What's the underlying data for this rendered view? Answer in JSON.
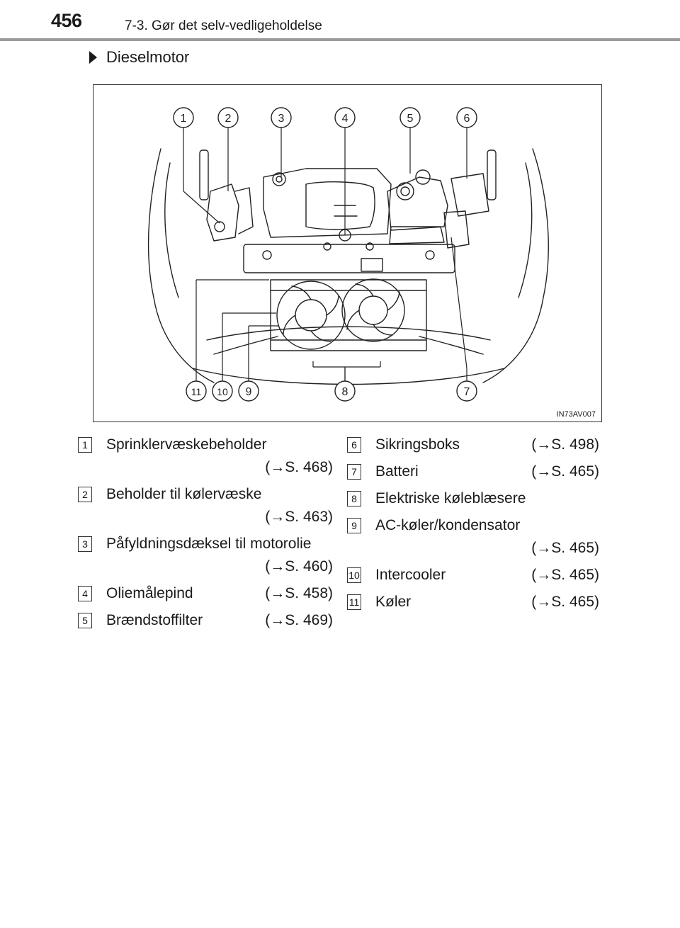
{
  "header": {
    "page_number": "456",
    "chapter": "7-3. Gør det selv-vedligeholdelse"
  },
  "section": {
    "title": "Dieselmotor"
  },
  "figure": {
    "code": "IN73AV007",
    "callouts_top": [
      "1",
      "2",
      "3",
      "4",
      "5",
      "6"
    ],
    "callouts_bottom": [
      "11",
      "10",
      "9",
      "8",
      "7"
    ]
  },
  "legend": {
    "left": [
      {
        "num": "1",
        "label": "Sprinklervæskebeholder",
        "ref": "(→S. 468)",
        "wrap": true
      },
      {
        "num": "2",
        "label": "Beholder til kølervæske",
        "ref": "(→S. 463)",
        "wrap": true
      },
      {
        "num": "3",
        "label": "Påfyldningsdæksel til motorolie",
        "ref": "(→S. 460)",
        "wrap": true
      },
      {
        "num": "4",
        "label": "Oliemålepind",
        "ref": "(→S. 458)",
        "wrap": false
      },
      {
        "num": "5",
        "label": "Brændstoffilter",
        "ref": "(→S. 469)",
        "wrap": false
      }
    ],
    "right": [
      {
        "num": "6",
        "label": "Sikringsboks",
        "ref": "(→S. 498)",
        "wrap": false
      },
      {
        "num": "7",
        "label": "Batteri",
        "ref": "(→S. 465)",
        "wrap": false
      },
      {
        "num": "8",
        "label": "Elektriske køleblæsere",
        "ref": "",
        "wrap": false
      },
      {
        "num": "9",
        "label": "AC-køler/kondensator",
        "ref": "(→S. 465)",
        "wrap": true
      },
      {
        "num": "10",
        "label": "Intercooler",
        "ref": "(→S. 465)",
        "wrap": false
      },
      {
        "num": "11",
        "label": "Køler",
        "ref": "(→S. 465)",
        "wrap": false
      }
    ]
  }
}
